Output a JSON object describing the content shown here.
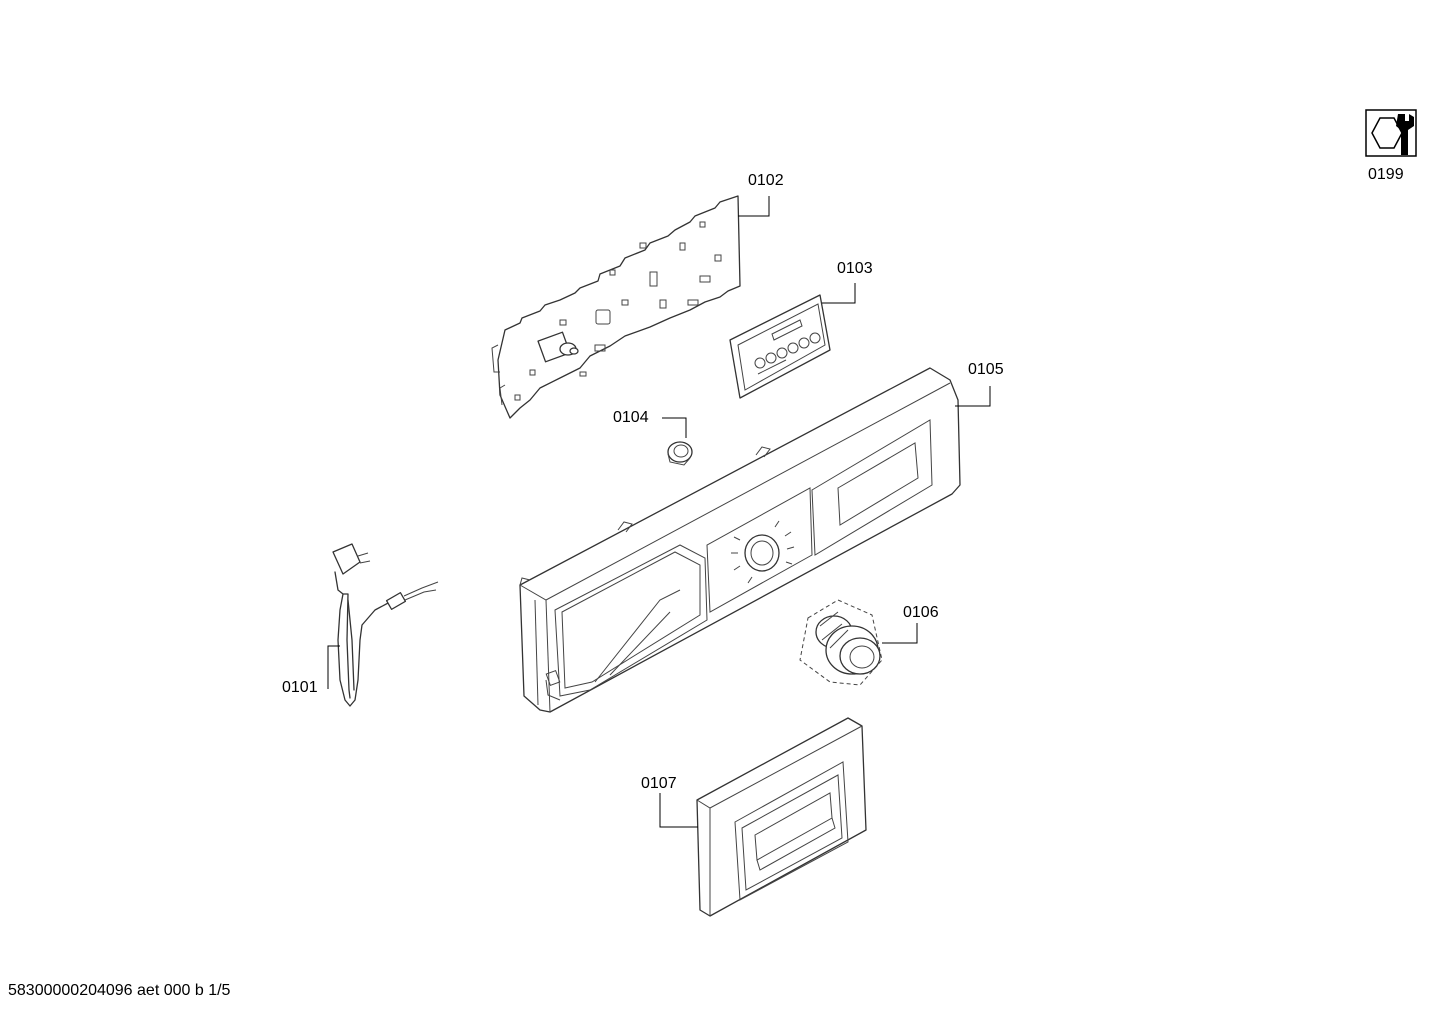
{
  "diagram": {
    "parts": [
      {
        "id": "p0101",
        "label": "0101"
      },
      {
        "id": "p0102",
        "label": "0102"
      },
      {
        "id": "p0103",
        "label": "0103"
      },
      {
        "id": "p0104",
        "label": "0104"
      },
      {
        "id": "p0105",
        "label": "0105"
      },
      {
        "id": "p0106",
        "label": "0106"
      },
      {
        "id": "p0107",
        "label": "0107"
      },
      {
        "id": "p0199",
        "label": "0199"
      }
    ],
    "service_icon": "wrench-nut-icon"
  },
  "footer": {
    "text": "58300000204096 aet 000 b 1/5"
  }
}
